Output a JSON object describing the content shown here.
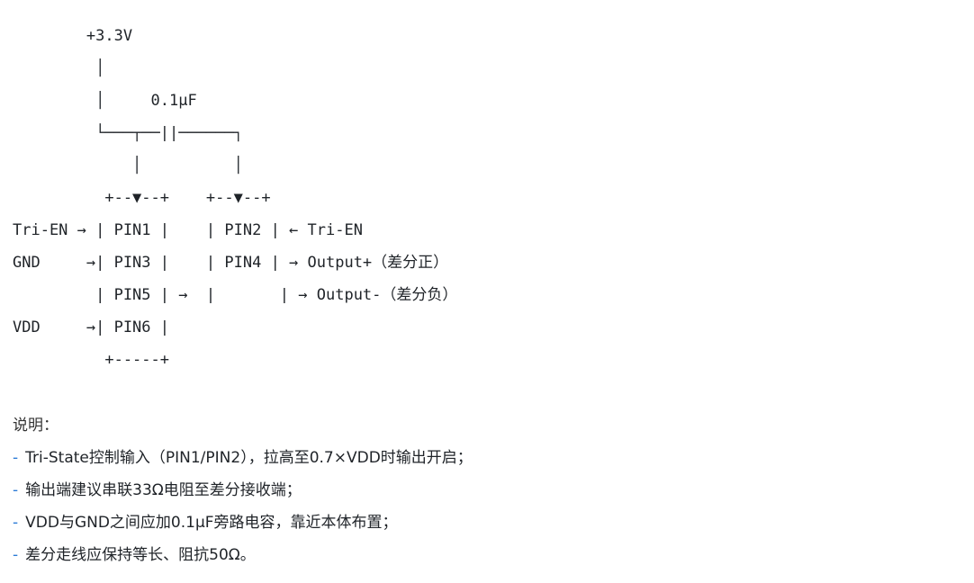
{
  "diagram": {
    "lines": [
      "        +3.3V",
      "         │",
      "         │     0.1μF",
      "         └───┬──||──────┐",
      "             │          │",
      "          +--▼--+    +--▼--+",
      "Tri-EN → | PIN1 |    | PIN2 | ← Tri-EN",
      "GND     →| PIN3 |    | PIN4 | → Output+（差分正）",
      "         | PIN5 | →  |       | → Output-（差分负）",
      "VDD     →| PIN6 |",
      "          +-----+"
    ]
  },
  "notes": {
    "title": "说明：",
    "bullet": "-",
    "items": [
      "Tri-State控制输入（PIN1/PIN2），拉高至0.7×VDD时输出开启；",
      "输出端建议串联33Ω电阻至差分接收端；",
      "VDD与GND之间应加0.1μF旁路电容，靠近本体布置；",
      "差分走线应保持等长、阻抗50Ω。"
    ],
    "colors": {
      "bullet": "#2b7bd6",
      "text": "#1f2328"
    }
  }
}
